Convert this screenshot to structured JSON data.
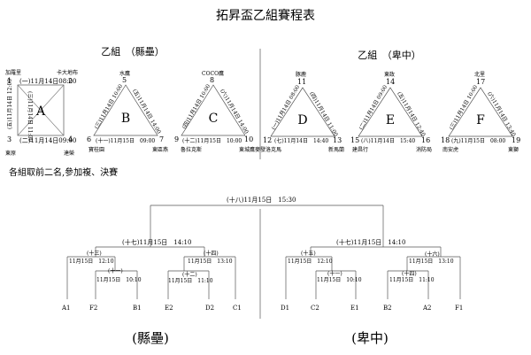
{
  "title": "拓昇盃乙組賽程表",
  "left_group_title": "乙組　（縣壘）",
  "right_group_title": "乙組　（卑中）",
  "note": "各組取前二名,參加複、決賽",
  "bottom_left_label": "(縣壘)",
  "bottom_right_label": "(卑中)",
  "groups": {
    "A": {
      "letter": "A",
      "teams": {
        "1": "加羅里",
        "2": "卡大地布",
        "3": "東原",
        "4": "達榮"
      },
      "nums": {
        "n1": "1",
        "n2": "2",
        "n3": "3",
        "n4": "4"
      },
      "games": {
        "top": "(一)11月14日08:00",
        "bottom": "(二)11月14日09:00",
        "left": "(五)11月14日 12:00",
        "right": "(三)11月14日 11:00"
      }
    },
    "B": {
      "letter": "B",
      "top_team": "水鷹",
      "bl_team": "寶桂園",
      "br_team": "東區燕",
      "nums": {
        "top": "5",
        "bl": "6",
        "br": "7"
      },
      "games": {
        "left": "(三)11月14日 10:00",
        "right": "(五)11月14日 14:00",
        "bottom": "(十一)11月15日　09:00"
      }
    },
    "C": {
      "letter": "C",
      "top_team": "COCO鷹",
      "bl_team": "魯拉克斯",
      "br_team": "東城鷹麥發",
      "nums": {
        "top": "8",
        "bl": "9",
        "br": "10"
      },
      "games": {
        "left": "(四)11月14日 10:00",
        "right": "(六)11月14日 14:00",
        "bottom": "(十二)11月15日　10:00"
      }
    },
    "D": {
      "letter": "D",
      "top_team": "豚鹿",
      "bl_team": "洛克馬",
      "br_team": "新馬蘭",
      "nums": {
        "top": "11",
        "bl": "12",
        "br": "13"
      },
      "games": {
        "left": "(一)11月14日 08:00",
        "right": "(四)11月14日 11:00",
        "bottom": "(七)11月14日　14:40"
      }
    },
    "E": {
      "letter": "E",
      "top_team": "東政",
      "bl_team": "建昌行",
      "br_team": "消防局",
      "nums": {
        "top": "14",
        "bl": "15",
        "br": "16"
      },
      "games": {
        "left": "(二)11月14日 09:00",
        "right": "(五)11月14日 12:40",
        "bottom": "(八)11月14日　15:40"
      }
    },
    "F": {
      "letter": "F",
      "top_team": "北里",
      "bl_team": "南安虎",
      "br_team": "東獅",
      "nums": {
        "top": "17",
        "bl": "18",
        "br": "19"
      },
      "games": {
        "left": "(三)11月14日 10:00",
        "right": "(六)11月14日 13:40",
        "bottom": "(九)11月15日　08:00"
      }
    }
  },
  "bracket": {
    "final": "(十八)11月15日　15:30",
    "left_semi": "(十七)11月15日　14:10",
    "right_semi": "(十七)11月15日　14:10",
    "left": {
      "g13_title": "(十三)",
      "g13_time": "11月15日　12:10",
      "g14_title": "(十四)",
      "g14_time": "11月15日　13:10",
      "g11_title": "(十一)",
      "g11_time": "11月15日　10:10",
      "g12_title": "(十二)",
      "g12_time": "11月15日　11:10",
      "seeds": [
        "A1",
        "F2",
        "B1",
        "E2",
        "D2",
        "C1"
      ]
    },
    "right": {
      "g15_title": "(十五)",
      "g15_time": "11月15日　12:10",
      "g16_title": "(十六)",
      "g16_time": "11月15日　13:10",
      "g11_title": "(十一)",
      "g11_time": "11月15日　10:10",
      "g12_title": "(十四)",
      "g12_time": "11月15日　11:10",
      "seeds": [
        "D1",
        "C2",
        "E1",
        "B2",
        "A2",
        "F1"
      ]
    }
  }
}
